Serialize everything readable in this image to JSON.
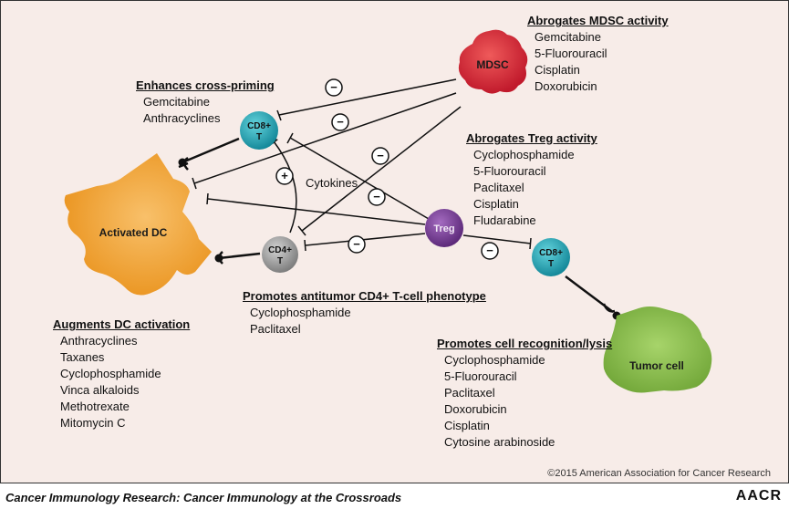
{
  "cells": {
    "mdsc": "MDSC",
    "cd8_top_line1": "CD8+",
    "cd8_top_line2": "T",
    "cd4_line1": "CD4+",
    "cd4_line2": "T",
    "treg": "Treg",
    "cd8_right_line1": "CD8+",
    "cd8_right_line2": "T",
    "activated_dc": "Activated DC",
    "tumor_cell": "Tumor cell"
  },
  "labels": {
    "cytokines": "Cytokines",
    "plus": "+",
    "minus": "−"
  },
  "boxes": {
    "mdsc": {
      "heading": "Abrogates MDSC activity",
      "items": [
        "Gemcitabine",
        "5-Fluorouracil",
        "Cisplatin",
        "Doxorubicin"
      ]
    },
    "cross": {
      "heading": "Enhances cross-priming",
      "items": [
        "Gemcitabine",
        "Anthracyclines"
      ]
    },
    "treg": {
      "heading": "Abrogates Treg activity",
      "items": [
        "Cyclophosphamide",
        "5-Fluorouracil",
        "Paclitaxel",
        "Cisplatin",
        "Fludarabine"
      ]
    },
    "cd4": {
      "heading": "Promotes antitumor CD4+ T-cell phenotype",
      "items": [
        "Cyclophosphamide",
        "Paclitaxel"
      ]
    },
    "dc": {
      "heading": "Augments DC activation",
      "items": [
        "Anthracyclines",
        "Taxanes",
        "Cyclophosphamide",
        "Vinca alkaloids",
        "Methotrexate",
        "Mitomycin C"
      ]
    },
    "lysis": {
      "heading": "Promotes cell recognition/lysis",
      "items": [
        "Cyclophosphamide",
        "5-Fluorouracil",
        "Paclitaxel",
        "Doxorubicin",
        "Cisplatin",
        "Cytosine arabinoside"
      ]
    }
  },
  "footer": {
    "journal": "Cancer Immunology Research: Cancer Immunology at the Crossroads",
    "publisher": "AACR",
    "copyright": "©2015 American Association for Cancer Research"
  },
  "colors": {
    "background": "#f7ece8",
    "mdsc": "#d8263a",
    "cd8": "#1fa7b5",
    "cd4": "#9a9a9a",
    "treg": "#7d3f98",
    "dc": "#f3a53b",
    "tumor": "#8cc04a"
  }
}
